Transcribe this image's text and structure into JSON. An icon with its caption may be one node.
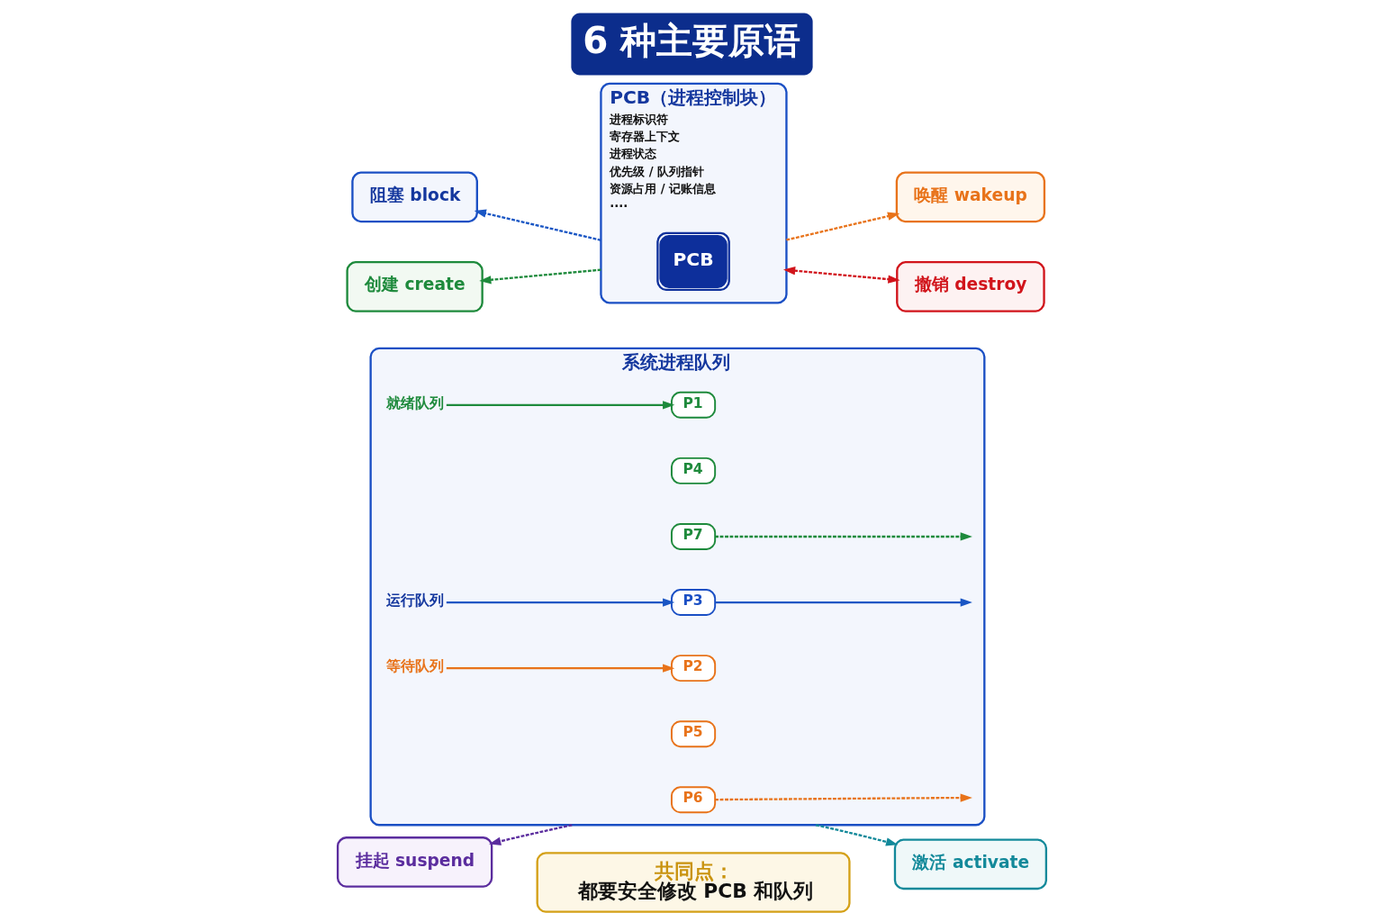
{
  "diagram": {
    "title": "6 种主要原语",
    "nodes": [
      {
        "text": [
          "创建 create"
        ]
      },
      {
        "text": [
          "PCB（进程控制块）",
          "进程标识符",
          "寄存器上下文",
          "进程状态",
          "优先级 / 队列指针",
          "资源占用 / 记账信息",
          "····"
        ]
      },
      {
        "text": [
          "PCB"
        ],
        "in": 1
      },
      {
        "text": [
          "撤销 destroy"
        ]
      },
      {
        "text": [
          "阻塞 block"
        ]
      },
      {
        "text": [
          "唤醒 wakeup"
        ]
      },
      {
        "text": [
          "系统进程队列"
        ]
      },
      {
        "text": [
          "就绪队列"
        ],
        "in": 6
      },
      {
        "text": [
          "P1"
        ],
        "in": 6
      },
      {
        "text": [
          "P4"
        ],
        "in": 6
      },
      {
        "text": [
          "P7"
        ],
        "in": 6
      },
      {
        "text": [
          "运行队列"
        ],
        "in": 6
      },
      {
        "text": [
          "P3"
        ],
        "in": 6
      },
      {
        "text": [
          "等待队列"
        ],
        "in": 6
      },
      {
        "text": [
          "P2"
        ],
        "in": 6
      },
      {
        "text": [
          "P5"
        ],
        "in": 6
      },
      {
        "text": [
          "P6"
        ],
        "in": 6
      },
      {
        "text": [
          "挂起 suspend"
        ]
      },
      {
        "text": [
          "激活 activate"
        ]
      },
      {
        "text": [
          "共同点：",
          "都要安全修改 PCB 和队列"
        ]
      }
    ],
    "edges": [
      {
        "from": 1,
        "to": 0,
        "arrow": "to",
        "style": "dashed",
        "color": "#1e8a3c"
      },
      {
        "from": 1,
        "to": 3,
        "arrow": "both",
        "style": "dashed",
        "color": "#d1141b"
      },
      {
        "from": 1,
        "to": 4,
        "arrow": "to",
        "style": "dashed",
        "color": "#1a56c4"
      },
      {
        "from": 1,
        "to": 5,
        "arrow": "to",
        "style": "dashed",
        "color": "#e8731a"
      },
      {
        "from": 7,
        "to": 8,
        "arrow": "to",
        "color": "#1e8a3c"
      },
      {
        "from": 10,
        "to": null,
        "arrow": "to",
        "style": "dashed",
        "color": "#1e8a3c"
      },
      {
        "from": 11,
        "to": 12,
        "arrow": "to",
        "color": "#1a56c4"
      },
      {
        "from": 12,
        "to": null,
        "arrow": "to",
        "color": "#1a56c4"
      },
      {
        "from": 13,
        "to": 14,
        "arrow": "to",
        "color": "#e8731a"
      },
      {
        "from": 16,
        "to": null,
        "arrow": "to",
        "style": "dashed",
        "color": "#e8731a"
      },
      {
        "from": 6,
        "to": 17,
        "arrow": "to",
        "style": "dashed",
        "color": "#5b2d9e"
      },
      {
        "from": 6,
        "to": 18,
        "arrow": "to",
        "style": "dashed",
        "color": "#13899a"
      }
    ]
  }
}
